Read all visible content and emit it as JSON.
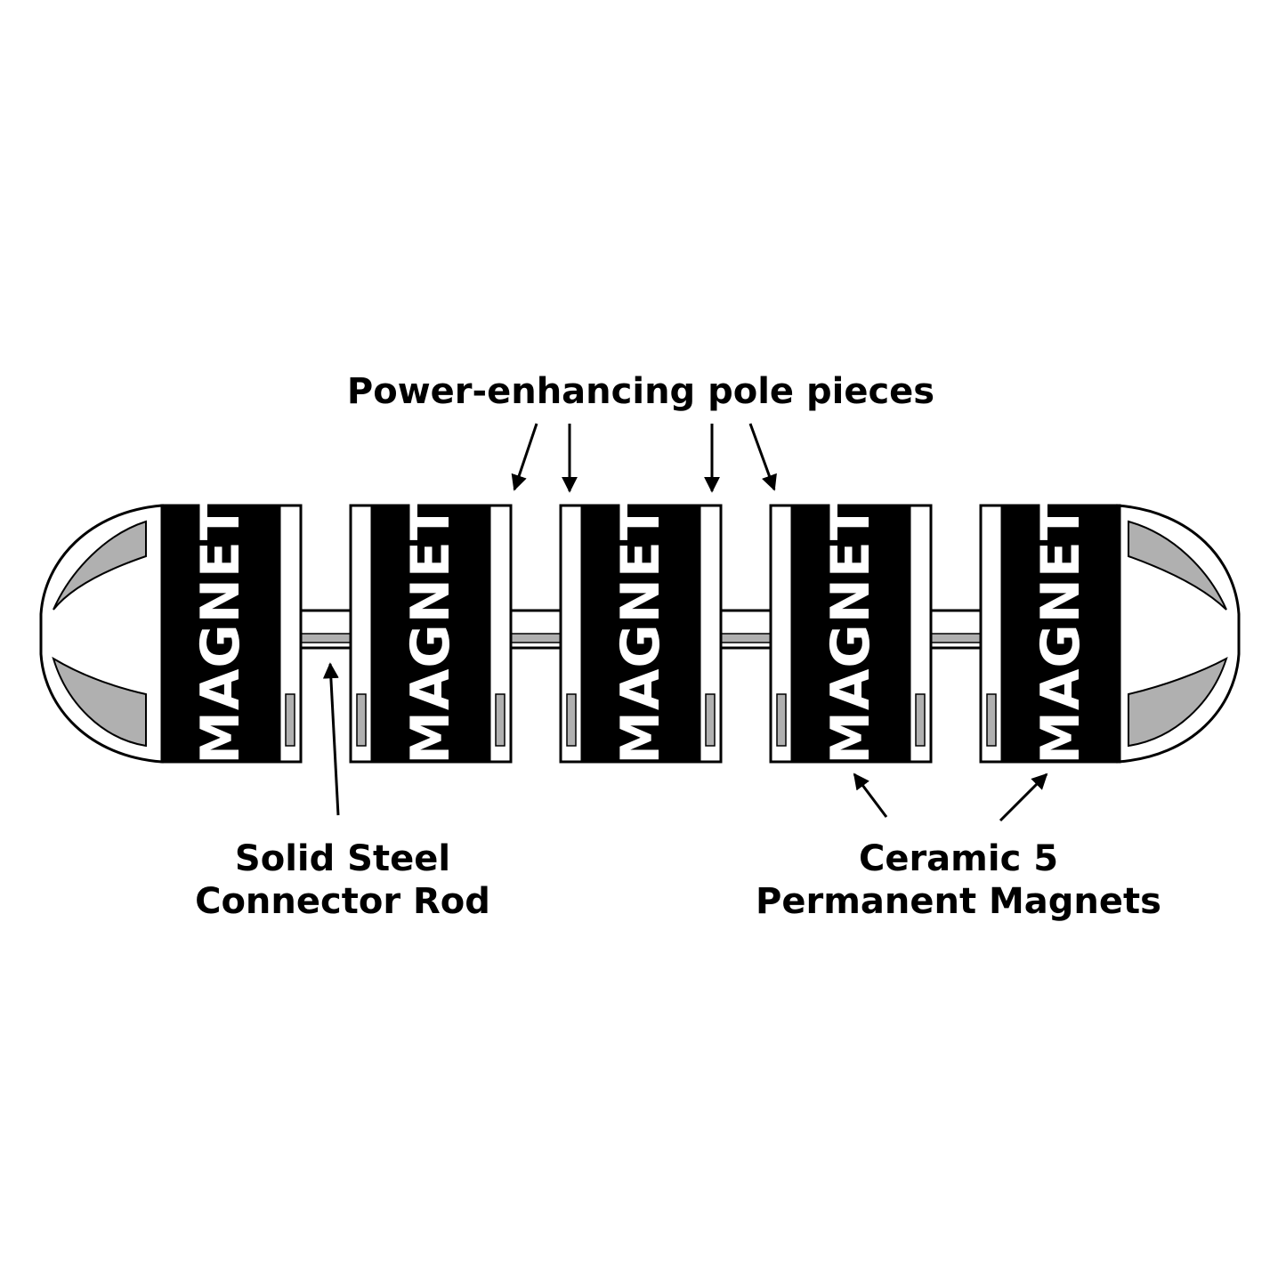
{
  "labels": {
    "pole_pieces": "Power-enhancing pole pieces",
    "rod_line1": "Solid Steel",
    "rod_line2": "Connector Rod",
    "magnets_line1": "Ceramic 5",
    "magnets_line2": "Permanent Magnets"
  },
  "magnet_text": "MAGNET",
  "magnets": [
    {
      "text": "MAGNET"
    },
    {
      "text": "MAGNET"
    },
    {
      "text": "MAGNET"
    },
    {
      "text": "MAGNET"
    },
    {
      "text": "MAGNET"
    }
  ],
  "colors": {
    "ink": "#000000",
    "magnet_fill": "#000000",
    "pole_fill": "#ffffff",
    "shade": "#b0b0b0",
    "background": "#ffffff"
  }
}
